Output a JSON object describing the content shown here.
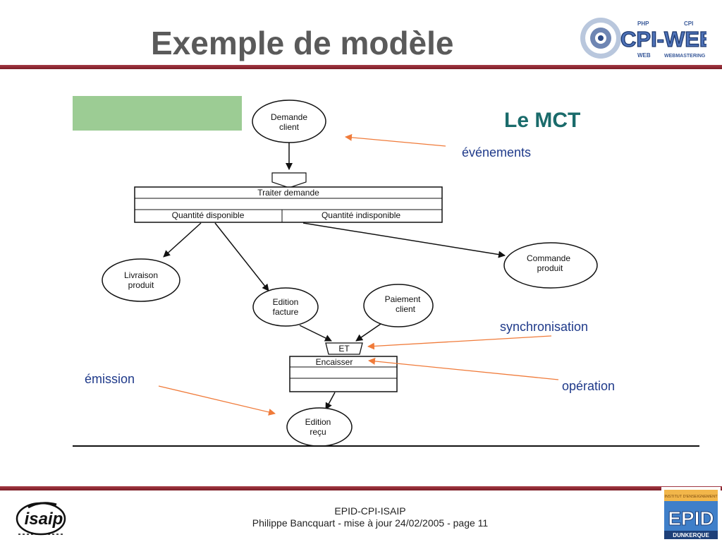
{
  "slide": {
    "title": "Exemple de modèle"
  },
  "logos": {
    "cpiweb": {
      "main": "CPI-WEB",
      "php": "PHP",
      "cpi": "CPI",
      "web": "WEB",
      "webmastering": "WEBMASTERING"
    },
    "isaip": {
      "text": "isaip"
    },
    "epid": {
      "main": "EPID",
      "city": "DUNKERQUE",
      "small": "INSTITUT D'ENSEIGNEMENT"
    }
  },
  "diagram": {
    "heading": "Le MCT",
    "nodes": {
      "demande": [
        "Demande",
        "client"
      ],
      "livraison": [
        "Livraison",
        "produit"
      ],
      "edition_facture": [
        "Edition",
        "facture"
      ],
      "paiement": [
        "Paiement",
        "client"
      ],
      "commande": [
        "Commande",
        "produit"
      ],
      "edition_recu": [
        "Edition",
        "reçu"
      ]
    },
    "operation1": {
      "title": "Traiter demande",
      "rule_left": "Quantité disponible",
      "rule_right": "Quantité indisponible"
    },
    "sync": "ET",
    "operation2": {
      "title": "Encaisser"
    },
    "annotations": {
      "evenements": "événements",
      "synchronisation": "synchronisation",
      "operation": "opération",
      "emission": "émission"
    },
    "colors": {
      "annotation": "#1f3a8a",
      "heading": "#1a6b6b",
      "arrow_orange": "#f07b3a",
      "green_box": "#9ccc94"
    }
  },
  "footer": {
    "line1": "EPID-CPI-ISAIP",
    "line2": "Philippe Bancquart  - mise à jour 24/02/2005 - page 11"
  }
}
